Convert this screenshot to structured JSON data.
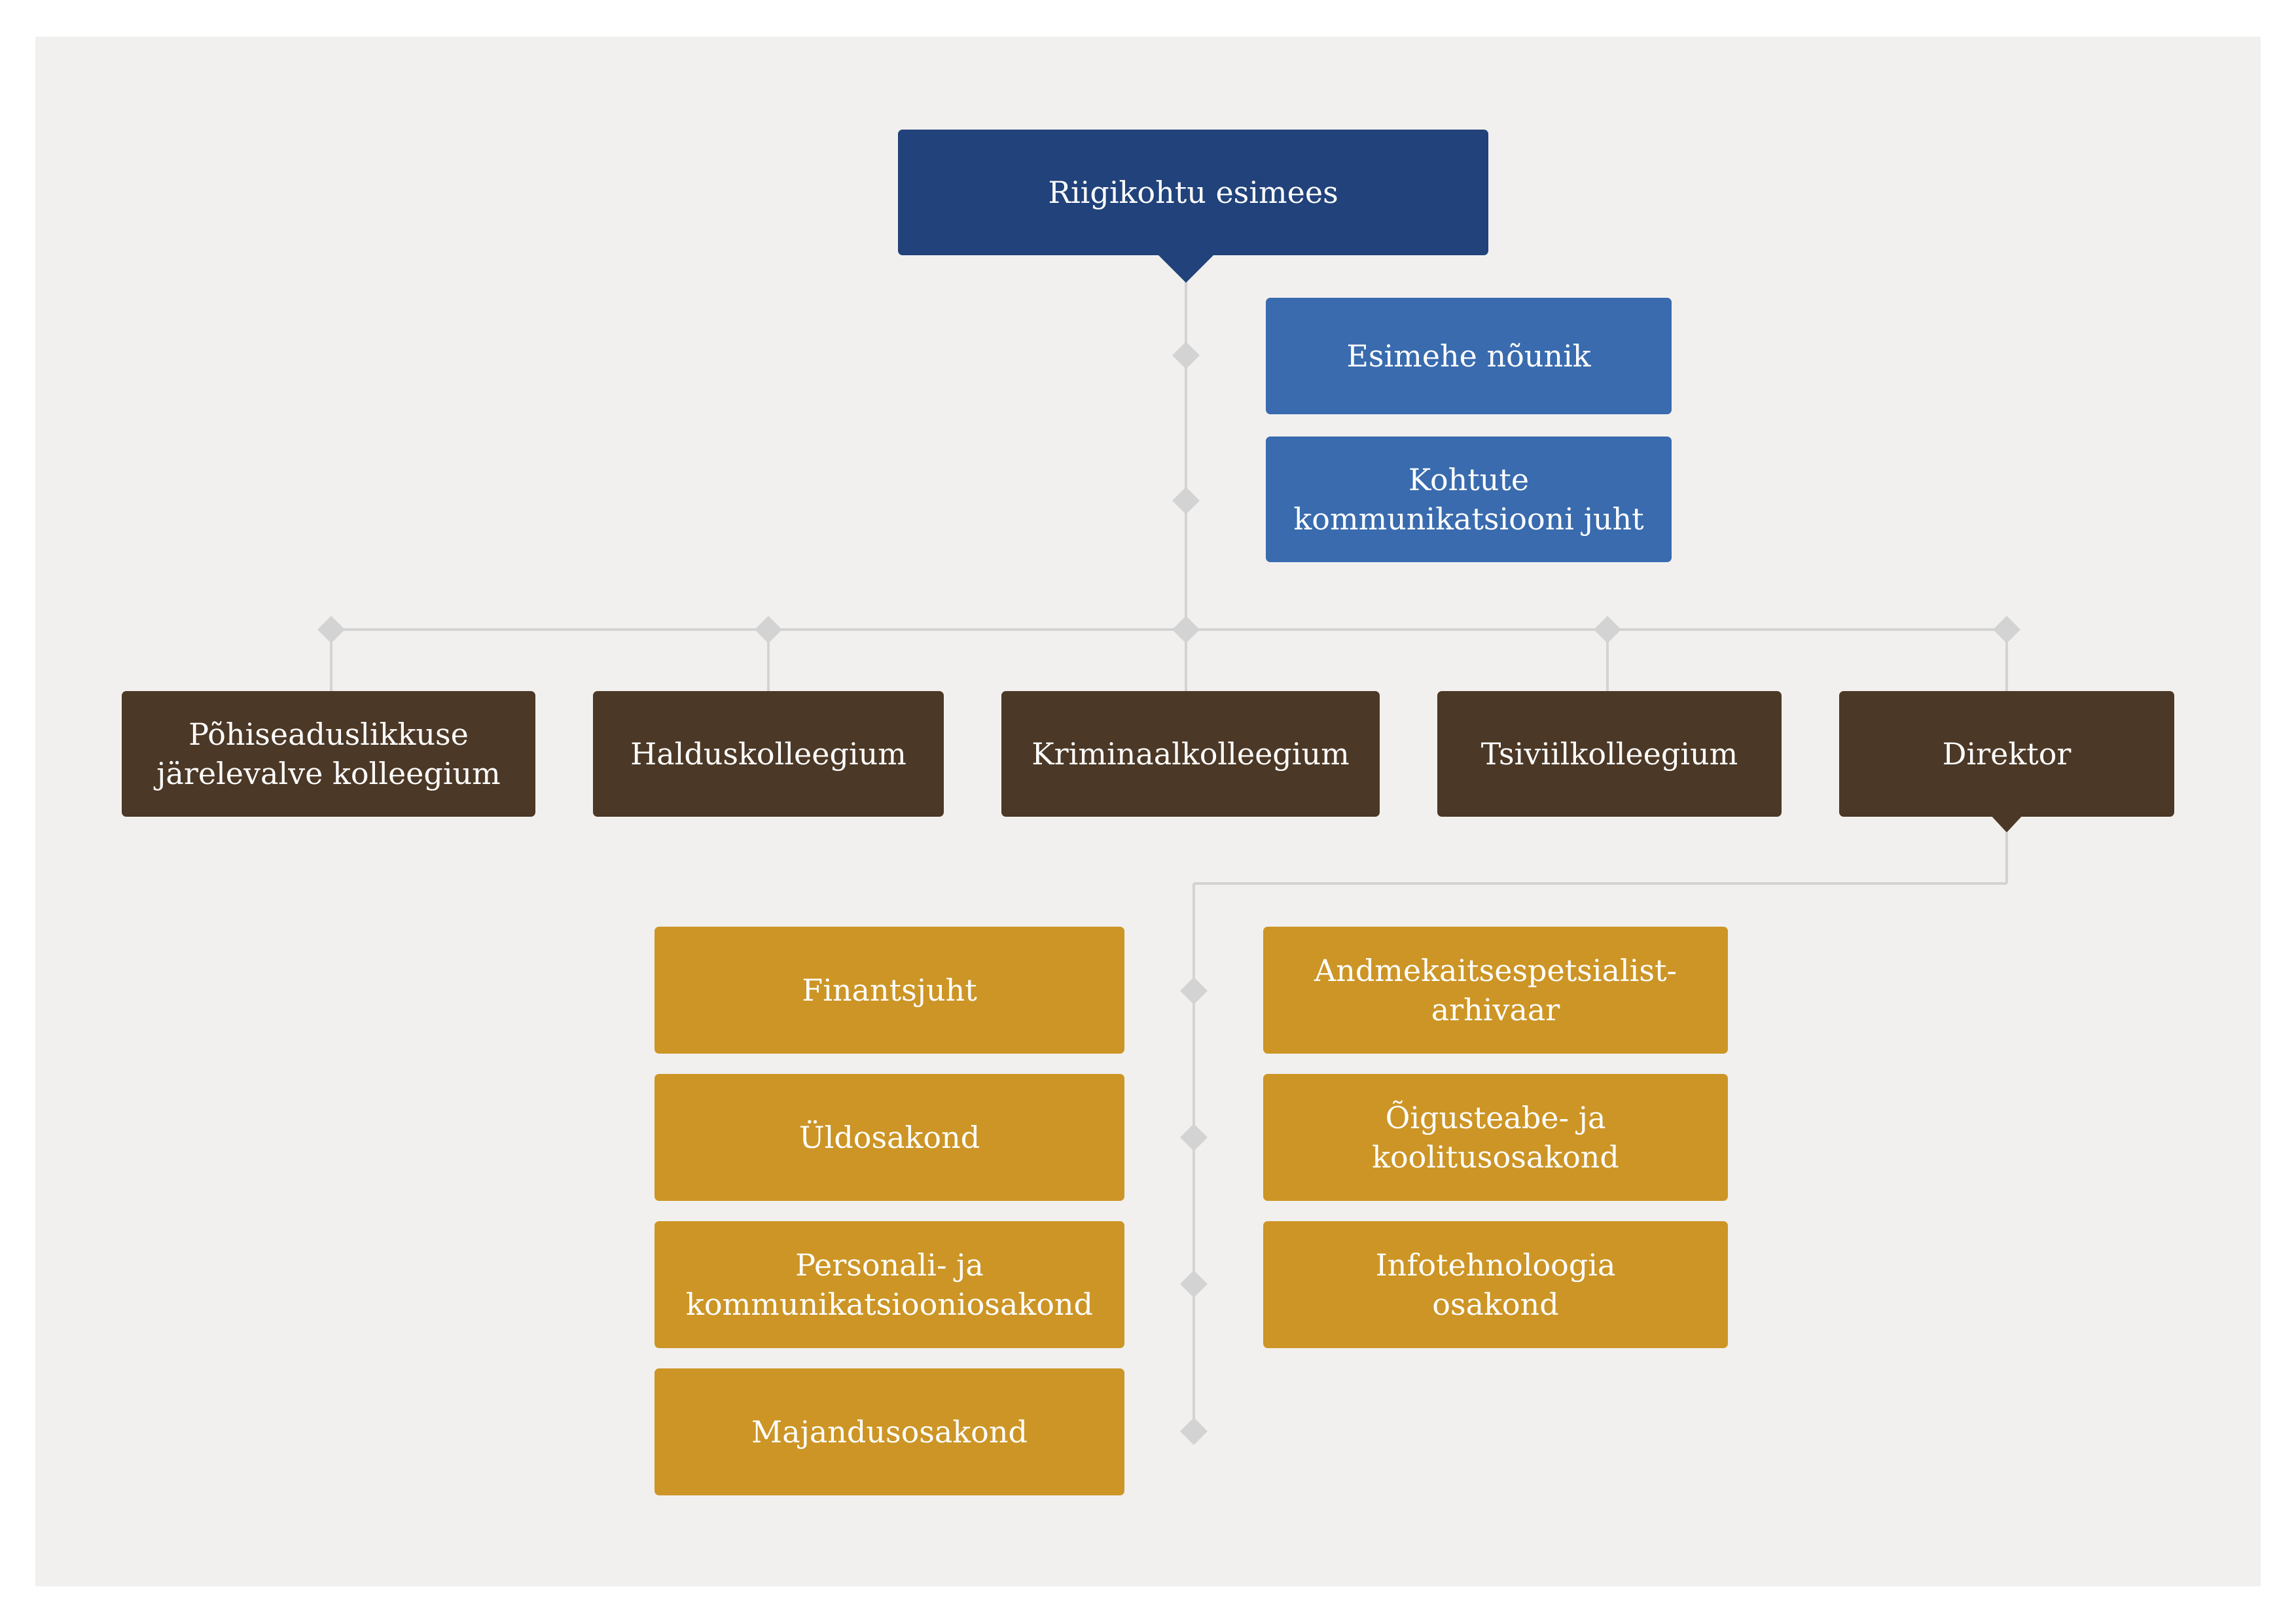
{
  "colors": {
    "page": "#ffffff",
    "canvas": "#f1f0ee",
    "connector": "#d3d3d3",
    "top_level": "#21427a",
    "advisors": "#396bae",
    "colleges": "#4c3826",
    "departments": "#cc9526",
    "text": "#ffffff"
  },
  "chairman": {
    "label": "Riigikohtu esimees"
  },
  "advisors": [
    {
      "label": "Esimehe nõunik"
    },
    {
      "label": "Kohtute\nkommunikatsiooni juht"
    }
  ],
  "colleges": [
    {
      "label": "Põhiseaduslikkuse\njärelevalve kolleegium"
    },
    {
      "label": "Halduskolleegium"
    },
    {
      "label": "Kriminaalkolleegium"
    },
    {
      "label": "Tsiviilkolleegium"
    },
    {
      "label": "Direktor"
    }
  ],
  "departments_left": [
    {
      "label": "Finantsjuht"
    },
    {
      "label": "Üldosakond"
    },
    {
      "label": "Personali- ja\nkommunikatsiooniosakond"
    },
    {
      "label": "Majandusosakond"
    }
  ],
  "departments_right": [
    {
      "label": "Andmekaitsespetsialist-\narhivaar"
    },
    {
      "label": "Õigusteabe- ja\nkoolitusosakond"
    },
    {
      "label": "Infotehnoloogia\nosakond"
    }
  ]
}
